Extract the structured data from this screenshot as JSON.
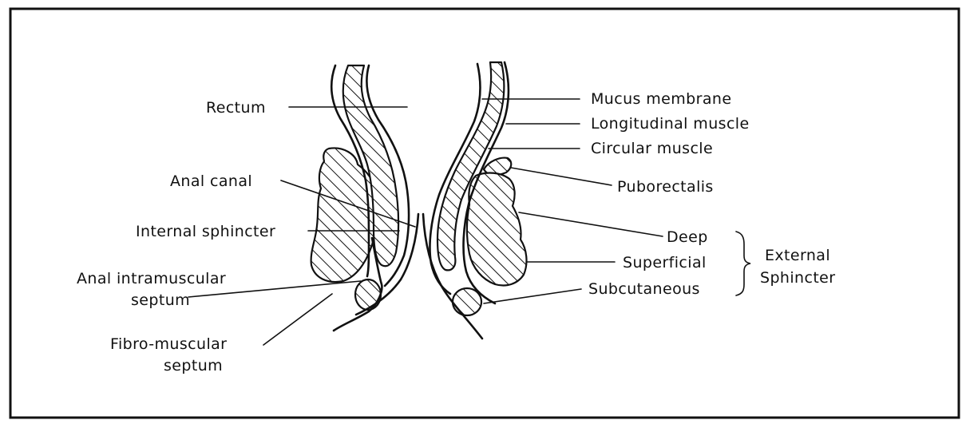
{
  "labels": {
    "rectum": "Rectum",
    "anal_canal": "Anal canal",
    "internal_sphincter": "Internal sphincter",
    "anal_intramuscular_septum_line1": "Anal intramuscular",
    "anal_intramuscular_septum_line2": "septum",
    "fibro_muscular_septum_line1": "Fibro-muscular",
    "fibro_muscular_septum_line2": "septum",
    "mucus_membrane": "Mucus membrane",
    "longitudinal_muscle": "Longitudinal muscle",
    "circular_muscle": "Circular muscle",
    "puborectalis": "Puborectalis",
    "deep": "Deep",
    "superficial": "Superficial",
    "subcutaneous": "Subcutaneous",
    "external_line1": "External",
    "external_line2": "Sphincter"
  }
}
